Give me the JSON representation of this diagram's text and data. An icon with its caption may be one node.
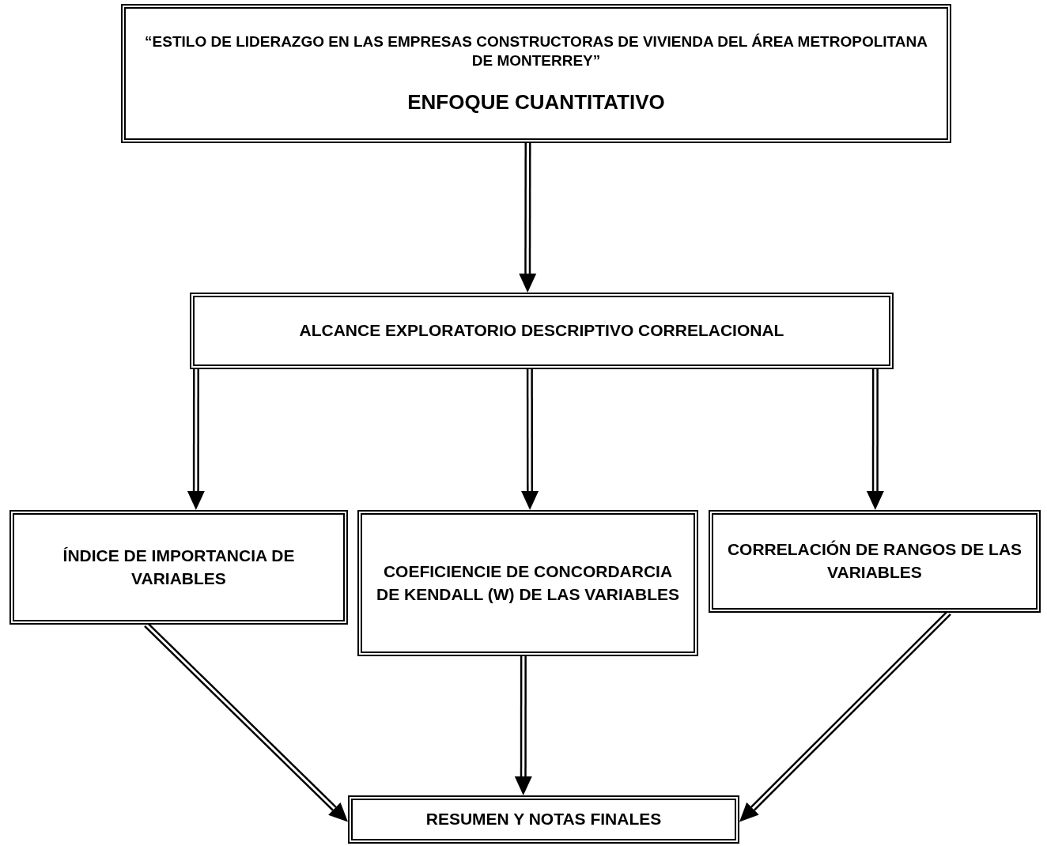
{
  "diagram": {
    "nodes": [
      {
        "text": [
          "“ESTILO DE LIDERAZGO EN LAS EMPRESAS CONSTRUCTORAS DE VIVIENDA DEL ÁREA METROPOLITANA DE MONTERREY”",
          "ENFOQUE CUANTITATIVO"
        ]
      },
      {
        "text": [
          "ALCANCE EXPLORATORIO DESCRIPTIVO CORRELACIONAL"
        ]
      },
      {
        "text": [
          "ÍNDICE DE IMPORTANCIA DE VARIABLES"
        ]
      },
      {
        "text": [
          "COEFICIENCIE DE CONCORDARCIA DE KENDALL (W) DE LAS VARIABLES"
        ]
      },
      {
        "text": [
          "CORRELACIÓN DE RANGOS DE LAS VARIABLES"
        ]
      },
      {
        "text": [
          "RESUMEN Y NOTAS FINALES"
        ]
      }
    ],
    "edges": [
      {
        "from": 0,
        "to": 1,
        "arrow": "to"
      },
      {
        "from": 1,
        "to": 2,
        "arrow": "to"
      },
      {
        "from": 1,
        "to": 3,
        "arrow": "to"
      },
      {
        "from": 1,
        "to": 4,
        "arrow": "to"
      },
      {
        "from": 2,
        "to": 5,
        "arrow": "to"
      },
      {
        "from": 3,
        "to": 5,
        "arrow": "to"
      },
      {
        "from": 4,
        "to": 5,
        "arrow": "to"
      }
    ]
  }
}
